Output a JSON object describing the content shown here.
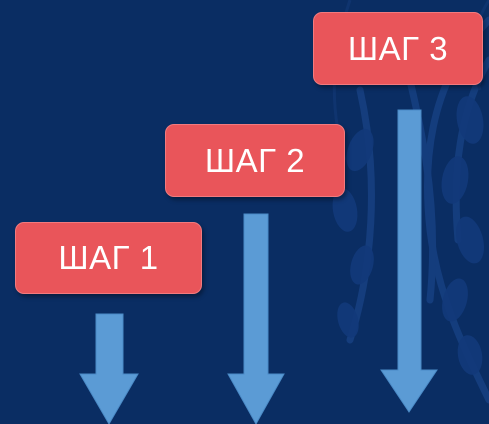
{
  "steps": [
    {
      "label": "ШАГ 1"
    },
    {
      "label": "ШАГ 2"
    },
    {
      "label": "ШАГ 3"
    }
  ],
  "colors": {
    "background": "#0a2d63",
    "step_box": "#e9555a",
    "step_text": "#ffffff",
    "arrow": "#5b9bd5",
    "decoration": "#123a78"
  },
  "decoration_icon": "wheat-ornament-icon"
}
